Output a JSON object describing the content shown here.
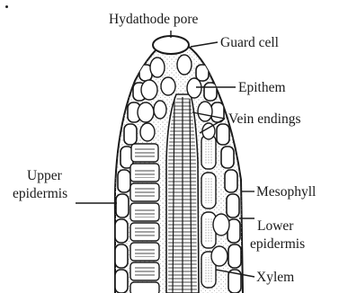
{
  "diagram": {
    "labels": {
      "hydathode_pore": "Hydathode pore",
      "guard_cell": "Guard cell",
      "epithem": "Epithem",
      "vein_endings": "Vein endings",
      "upper_epidermis_line1": "Upper",
      "upper_epidermis_line2": "epidermis",
      "mesophyll": "Mesophyll",
      "lower_epidermis_line1": "Lower",
      "lower_epidermis_line2": "epidermis",
      "xylem": "Xylem"
    },
    "colors": {
      "ink": "#1a1a1a",
      "stipple": "#c9c9c9",
      "tissue_fill": "#ffffff"
    }
  }
}
